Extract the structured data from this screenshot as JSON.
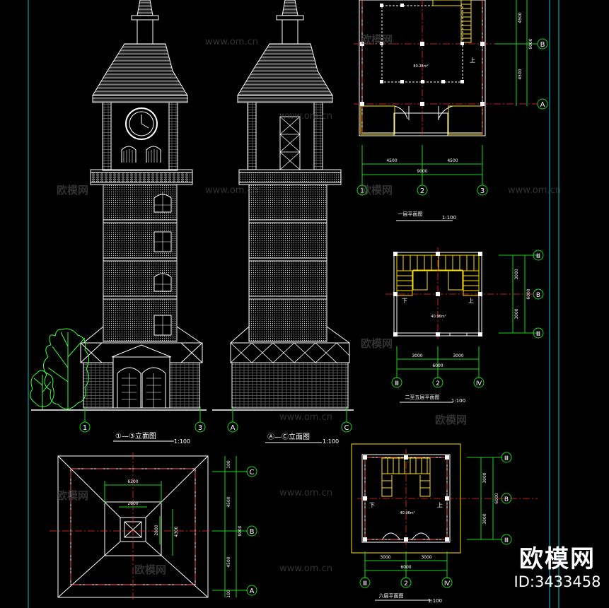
{
  "drawing": {
    "colors": {
      "background": "#000000",
      "frame": "#00c8d0",
      "line": "#ffffff",
      "axis": "#ff2a2a",
      "dimension": "#18d818",
      "stair": "#ffe000"
    },
    "views": {
      "front_elevation": {
        "title": "①—③立面图",
        "scale": "1:100",
        "axes": [
          "1",
          "3"
        ]
      },
      "side_elevation": {
        "title": "Ⓐ—Ⓒ立面图",
        "scale": "1:100",
        "axes": [
          "A",
          "C"
        ]
      },
      "plan_1": {
        "title": "一层平面图",
        "scale": "1:100",
        "axes_x": [
          "1",
          "2",
          "3"
        ],
        "axes_y": [
          "B",
          "A"
        ],
        "dims_x": [
          "4500",
          "4500",
          "9000"
        ],
        "dims_y": [
          "4500",
          "9000",
          "4500"
        ],
        "room_label": "80.28m²",
        "stair_mark": "上"
      },
      "plan_2": {
        "title": "二至五层平面图",
        "scale": "1:100",
        "axes_x": [
          "Ⅲ",
          "2",
          "Ⅳ"
        ],
        "axes_y": [
          "Ⅲ",
          "B",
          "Ⅲ"
        ],
        "dims_x": [
          "3000",
          "3000",
          "6000"
        ],
        "dims_y": [
          "3000",
          "6000",
          "3000"
        ],
        "room_label": "40.96m²",
        "stair_down": "下",
        "stair_up": "上"
      },
      "plan_6": {
        "title": "六层平面图",
        "scale": "1:100",
        "axes_x": [
          "Ⅲ",
          "2",
          "Ⅳ"
        ],
        "axes_y": [
          "Ⅲ",
          "B",
          "Ⅲ"
        ],
        "dims_x": [
          "3000",
          "3000",
          "6000"
        ],
        "dims_y": [
          "3000",
          "6000",
          "3000"
        ],
        "room_label": "40.96m²",
        "stair_down": "下",
        "stair_up": "上"
      },
      "roof_plan": {
        "axes_y": [
          "C",
          "B",
          "A"
        ],
        "dims_y": [
          "100",
          "4500",
          "9000",
          "4500",
          "100"
        ],
        "dims_x": [
          "6200",
          "2800",
          "2800",
          "4300"
        ]
      }
    },
    "watermarks": [
      "欧模网",
      "www.om.cn"
    ],
    "brand": {
      "name": "欧模网",
      "id": "ID:3433458"
    }
  }
}
